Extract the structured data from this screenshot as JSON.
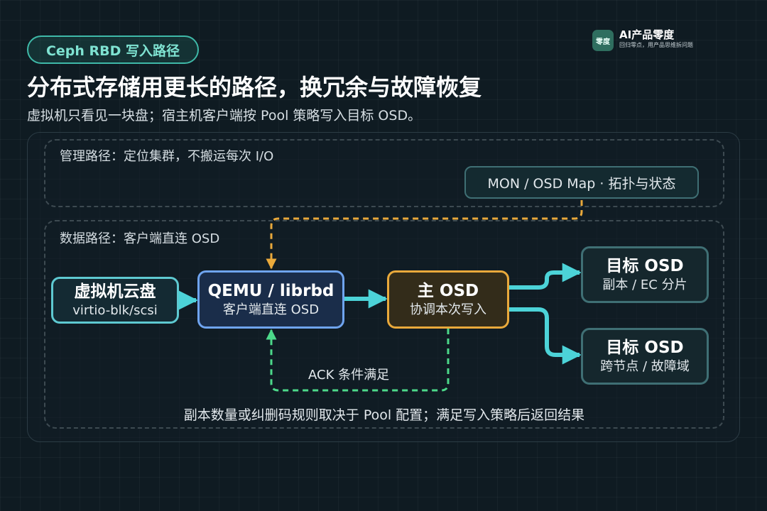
{
  "header": {
    "tag": "Ceph RBD 写入路径",
    "title": "分布式存储用更长的路径，换冗余与故障恢复",
    "subtitle": "虚拟机只看见一块盘；宿主机客户端按 Pool 策略写入目标 OSD。"
  },
  "brand": {
    "logo_text": "零度",
    "name": "AI产品零度",
    "tagline": "回归零点，用产品思维拆问题"
  },
  "sections": {
    "management_label": "管理路径：定位集群，不搬运每次 I/O",
    "data_label": "数据路径：客户端直连 OSD"
  },
  "nodes": {
    "map": "MON / OSD Map · 拓扑与状态",
    "vm": {
      "title": "虚拟机云盘",
      "sub": "virtio-blk/scsi"
    },
    "qemu": {
      "title": "QEMU / librbd",
      "sub": "客户端直连 OSD"
    },
    "primary_osd": {
      "title": "主 OSD",
      "sub": "协调本次写入"
    },
    "target_1": {
      "title": "目标 OSD",
      "sub": "副本 / EC 分片"
    },
    "target_2": {
      "title": "目标 OSD",
      "sub": "跨节点 / 故障域"
    }
  },
  "edges": {
    "ack_label": "ACK 条件满足"
  },
  "footer": "副本数量或纠删码规则取决于 Pool 配置；满足写入策略后返回结果",
  "colors": {
    "accent_teal": "#4cd3d8",
    "mgmt_orange": "#e9a93b",
    "ack_green": "#4cd98a",
    "qemu_blue": "#6fa4ef"
  }
}
